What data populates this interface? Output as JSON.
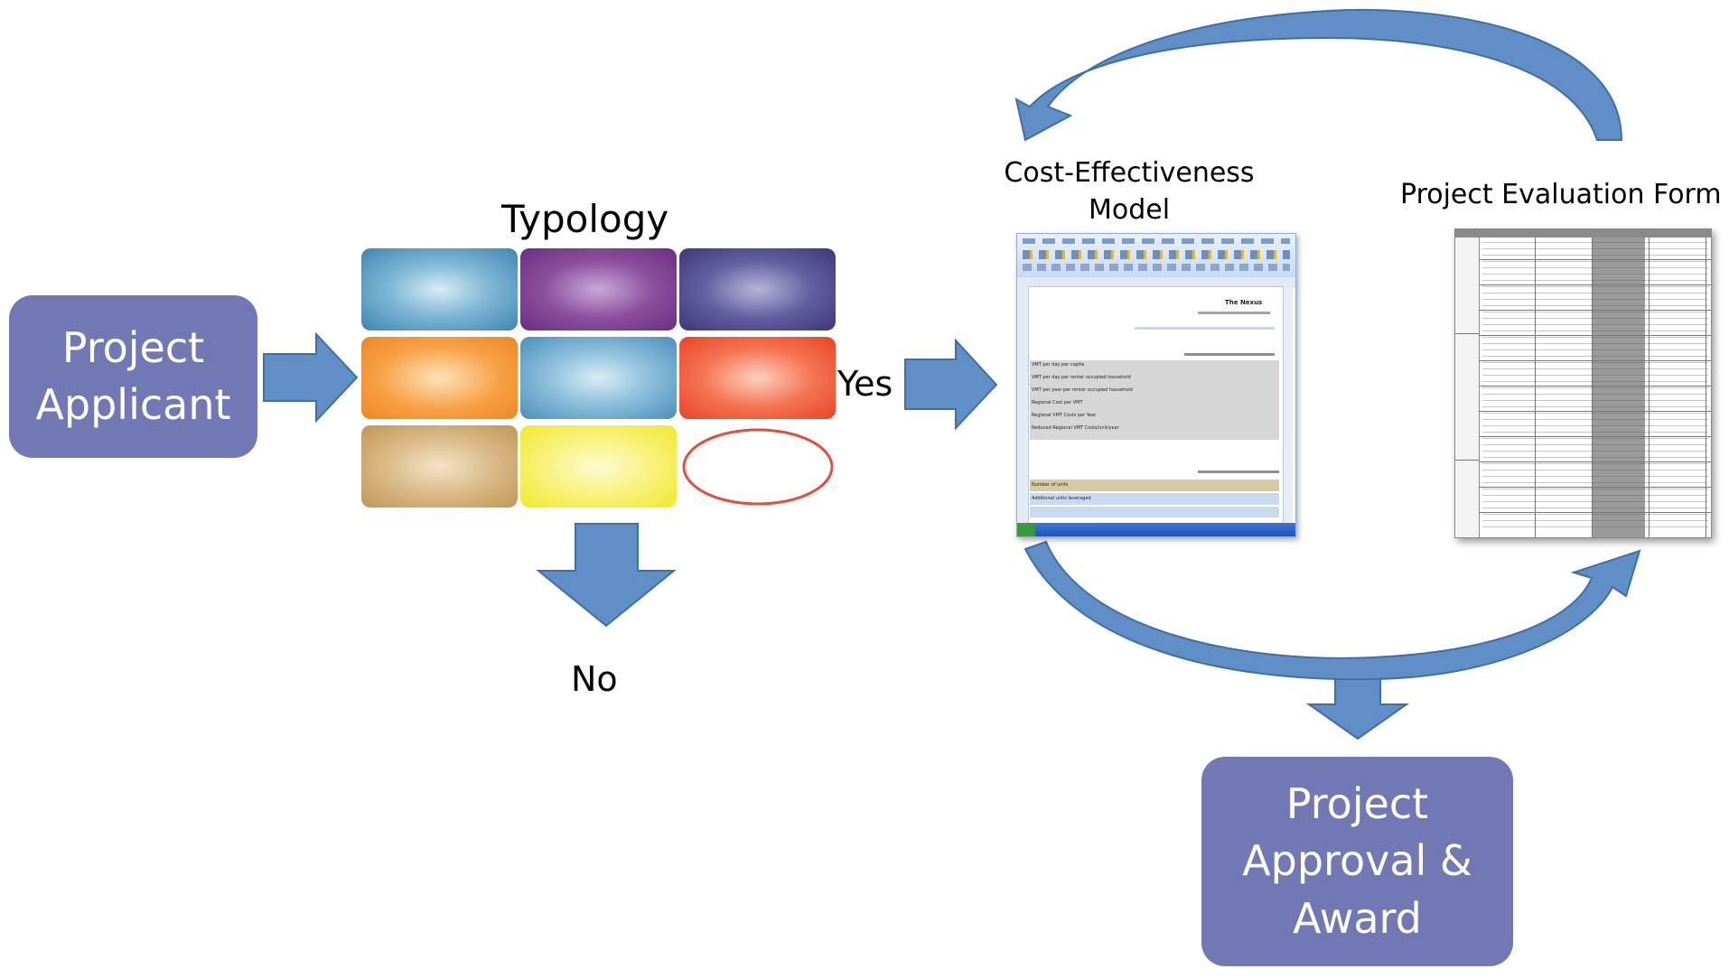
{
  "nodes": {
    "applicant": [
      "Project",
      "Applicant"
    ],
    "approval": [
      "Project",
      "Approval &",
      "Award"
    ]
  },
  "labels": {
    "typology": "Typology",
    "yes": "Yes",
    "no": "No",
    "cost_model": [
      "Cost-Effectiveness",
      "Model"
    ],
    "evaluation_form": "Project Evaluation Form"
  },
  "typology_colors": [
    "#5aa0c6",
    "#8c4f9e",
    "#5a5594",
    "#f7a044",
    "#6ba6c9",
    "#ef5a3c",
    "#c9a36a",
    "#f5ef3a",
    "#ffffff"
  ],
  "spreadsheet": {
    "title": "The Nexus",
    "rows_top": [
      "VMT per day per capita",
      "VMT per day per renter occupied household",
      "VMT per year per renter occupied household",
      "Regional Cost per VMT",
      "Regional VMT Costs per Year",
      "Reduced Regional VMT Costs/unit/year"
    ],
    "rows_bottom": [
      "Number of units",
      "Additional units leveraged"
    ]
  },
  "colors": {
    "node_fill": "#7178b4",
    "arrow_fill": "#5f8fc6",
    "arrow_stroke": "#3f6fa6",
    "ellipse_stroke": "#e0503c"
  }
}
